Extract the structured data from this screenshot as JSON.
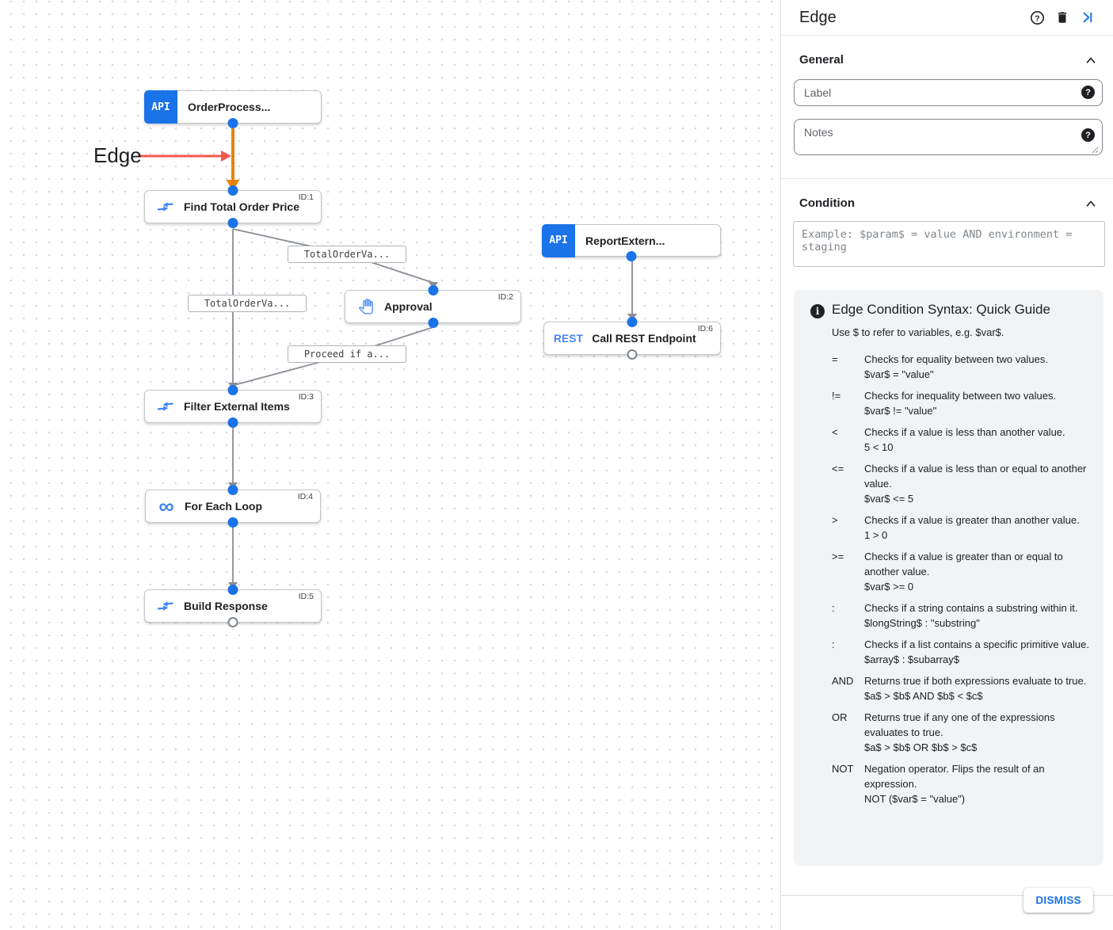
{
  "canvas": {
    "annotation": {
      "label": "Edge"
    },
    "icons": {
      "api_badge": "API",
      "rest_label": "REST",
      "loop_glyph": "∞"
    },
    "nodes": [
      {
        "id": "",
        "title": "OrderProcess...",
        "type": "api"
      },
      {
        "id": "ID:1",
        "title": "Find Total Order Price",
        "type": "mapping"
      },
      {
        "id": "ID:2",
        "title": "Approval",
        "type": "approval"
      },
      {
        "id": "",
        "title": "ReportExtern...",
        "type": "api"
      },
      {
        "id": "ID:6",
        "title": "Call REST Endpoint",
        "type": "rest"
      },
      {
        "id": "ID:3",
        "title": "Filter External Items",
        "type": "mapping"
      },
      {
        "id": "ID:4",
        "title": "For Each Loop",
        "type": "loop"
      },
      {
        "id": "ID:5",
        "title": "Build Response",
        "type": "mapping"
      }
    ],
    "edge_labels": [
      "TotalOrderVa...",
      "TotalOrderVa...",
      "Proceed if a..."
    ],
    "colors": {
      "selected_edge": "#e8820c",
      "edge": "#898d94",
      "annotation_arrow": "#f4594e",
      "port": "#1a73e8"
    }
  },
  "panel": {
    "title": "Edge",
    "general_section": "General",
    "condition_section": "Condition",
    "fields": {
      "label_placeholder": "Label",
      "notes_placeholder": "Notes",
      "condition_placeholder": "Example: $param$ = value AND environment = staging"
    },
    "guide": {
      "title": "Edge Condition Syntax: Quick Guide",
      "intro": "Use $ to refer to variables, e.g. $var$.",
      "rows": [
        {
          "op": "=",
          "desc": "Checks for equality between two values.",
          "example": "$var$ = \"value\""
        },
        {
          "op": "!=",
          "desc": "Checks for inequality between two values.",
          "example": "$var$ != \"value\""
        },
        {
          "op": "<",
          "desc": "Checks if a value is less than another value.",
          "example": "5 < 10"
        },
        {
          "op": "<=",
          "desc": "Checks if a value is less than or equal to another value.",
          "example": "$var$ <= 5"
        },
        {
          "op": ">",
          "desc": "Checks if a value is greater than another value.",
          "example": "1 > 0"
        },
        {
          "op": ">=",
          "desc": "Checks if a value is greater than or equal to another value.",
          "example": "$var$ >= 0"
        },
        {
          "op": ":",
          "desc": "Checks if a string contains a substring within it.",
          "example": "$longString$ : \"substring\""
        },
        {
          "op": ":",
          "desc": "Checks if a list contains a specific primitive value.",
          "example": "$array$ : $subarray$"
        },
        {
          "op": "AND",
          "desc": "Returns true if both expressions evaluate to true.",
          "example": "$a$ > $b$ AND $b$ < $c$"
        },
        {
          "op": "OR",
          "desc": "Returns true if any one of the expressions evaluates to true.",
          "example": "$a$ > $b$ OR $b$ > $c$"
        },
        {
          "op": "NOT",
          "desc": "Negation operator. Flips the result of an expression.",
          "example": "NOT ($var$ = \"value\")"
        }
      ]
    },
    "dismiss_label": "DISMISS"
  }
}
